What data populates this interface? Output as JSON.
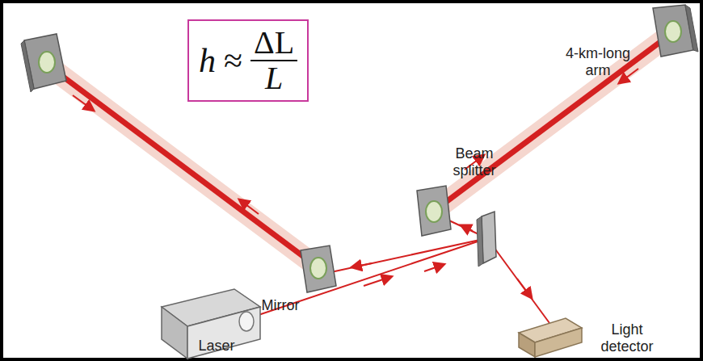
{
  "diagram": {
    "nodes": [
      {
        "text": [
          "h",
          "≈",
          "ΔL",
          "L"
        ]
      }
    ],
    "labels": [
      "4-km-long arm",
      "Beam splitter",
      "Mirror",
      "Laser",
      "Light detector"
    ]
  }
}
